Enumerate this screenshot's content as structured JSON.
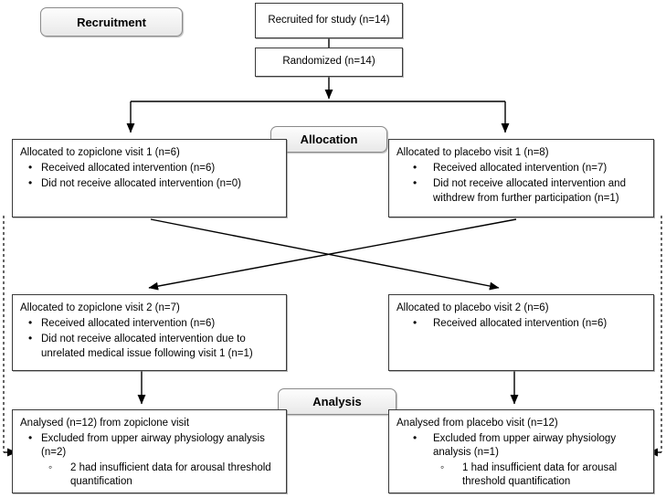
{
  "diagram": {
    "type": "consort-flow-diagram",
    "stage_labels": {
      "recruitment": "Recruitment",
      "allocation": "Allocation",
      "analysis": "Analysis"
    },
    "enrollment": {
      "recruited": "Recruited for study (n=14)",
      "randomized": "Randomized (n=14)"
    },
    "allocation": {
      "left": {
        "lead": "Allocated to zopiclone visit 1 (n=6)",
        "bullets": [
          "Received allocated intervention (n=6)",
          "Did not receive allocated intervention (n=0)"
        ]
      },
      "right": {
        "lead": "Allocated to placebo visit 1 (n=8)",
        "bullets": [
          "Received allocated intervention (n=7)",
          "Did not receive allocated intervention and withdrew from further participation (n=1)"
        ]
      }
    },
    "crossover": {
      "left": {
        "lead": "Allocated to zopiclone visit 2 (n=7)",
        "bullets": [
          "Received allocated intervention (n=6)",
          "Did not receive allocated intervention due to unrelated medical issue following visit 1 (n=1)"
        ]
      },
      "right": {
        "lead": "Allocated to placebo visit 2 (n=6)",
        "bullets": [
          "Received allocated intervention (n=6)"
        ]
      }
    },
    "analysis": {
      "left": {
        "lead": "Analysed (n=12) from zopiclone visit",
        "bullet": "Excluded from upper airway physiology analysis (n=2)",
        "subbullet": "2 had insufficient data for arousal threshold quantification"
      },
      "right": {
        "lead": "Analysed from placebo visit (n=12)",
        "bullet": "Excluded from upper airway physiology analysis (n=1)",
        "subbullet": "1 had insufficient data for arousal threshold quantification"
      }
    },
    "colors": {
      "box_border": "#3a3a3a",
      "label_border": "#8a8a8a",
      "label_fill": "#f2f2f2",
      "line": "#000000",
      "background": "#ffffff"
    }
  }
}
